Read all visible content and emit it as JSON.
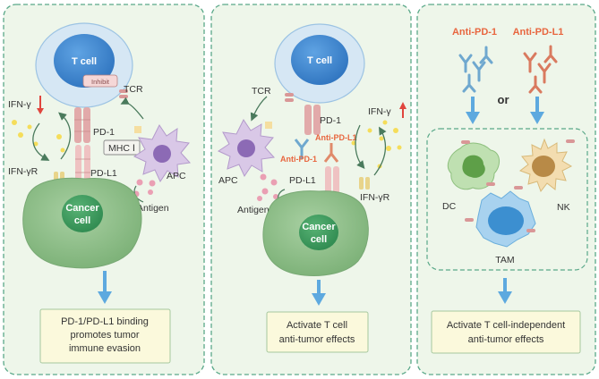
{
  "colors": {
    "panel_bg": "#eef6ea",
    "panel_border": "#5aa889",
    "tcell_outer": "#cfe2f3",
    "tcell_inner": "#3d86d1",
    "cancer": "#8fbe8a",
    "cancer_nucleus": "#3f9a5e",
    "arrow_blue": "#5da9df",
    "red": "#e0453d",
    "anti_text": "#e8663f",
    "caption_bg": "#fbf9dc",
    "caption_border": "#a6c89e"
  },
  "panel1": {
    "tcell": "T cell",
    "inhibit": "Inhibit",
    "tcr": "TCR",
    "ifng": "IFN-γ",
    "pd1": "PD-1",
    "mhc": "MHC Ⅰ",
    "apc": "APC",
    "pdl1": "PD-L1",
    "ifngr": "IFN-γR",
    "antigen": "Antigen",
    "cancer": "Cancer\ncell",
    "caption": "PD-1/PD-L1 binding\npromotes tumor\nimmune evasion"
  },
  "panel2": {
    "tcell": "T cell",
    "tcr": "TCR",
    "pd1": "PD-1",
    "ifng": "IFN-γ",
    "anti_pdl1": "Anti-PD-L1",
    "anti_pd1": "Anti-PD-1",
    "apc": "APC",
    "pdl1": "PD-L1",
    "ifngr": "IFN-γR",
    "antigen": "Antigen",
    "cancer": "Cancer\ncell",
    "caption": "Activate T cell\nanti-tumor effects"
  },
  "panel3": {
    "anti_pd1": "Anti-PD-1",
    "anti_pdl1": "Anti-PD-L1",
    "or": "or",
    "dc": "DC",
    "nk": "NK",
    "tam": "TAM",
    "caption": "Activate T cell-independent\nanti-tumor effects"
  }
}
